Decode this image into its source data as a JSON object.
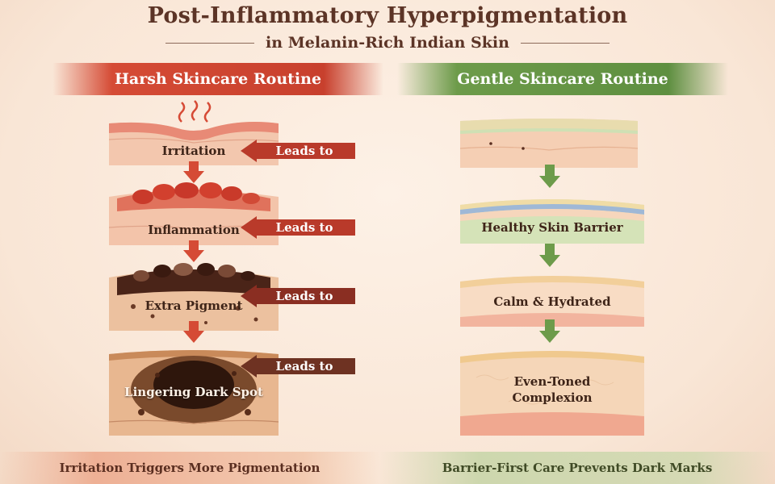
{
  "title": "Post-Inflammatory Hyperpigmentation",
  "subtitle": "in Melanin-Rich Indian Skin",
  "harsh": {
    "banner": "Harsh Skincare Routine",
    "stages": [
      "Irritation",
      "Inflammation",
      "Extra Pigment",
      "Lingering Dark Spot"
    ],
    "arrow_label": "Leads to",
    "footer": "Irritation Triggers More Pigmentation"
  },
  "gentle": {
    "banner": "Gentle Skincare Routine",
    "stages": [
      "Healthy Skin Barrier",
      "Calm & Hydrated",
      "Even-Toned",
      "Complexion"
    ],
    "footer": "Barrier-First Care Prevents Dark Marks"
  },
  "colors": {
    "harsh_accent": "#d54b35",
    "gentle_accent": "#6d9b4a",
    "leads_arrow": "#b93a2a",
    "dark_arrow": "#6e3222"
  }
}
